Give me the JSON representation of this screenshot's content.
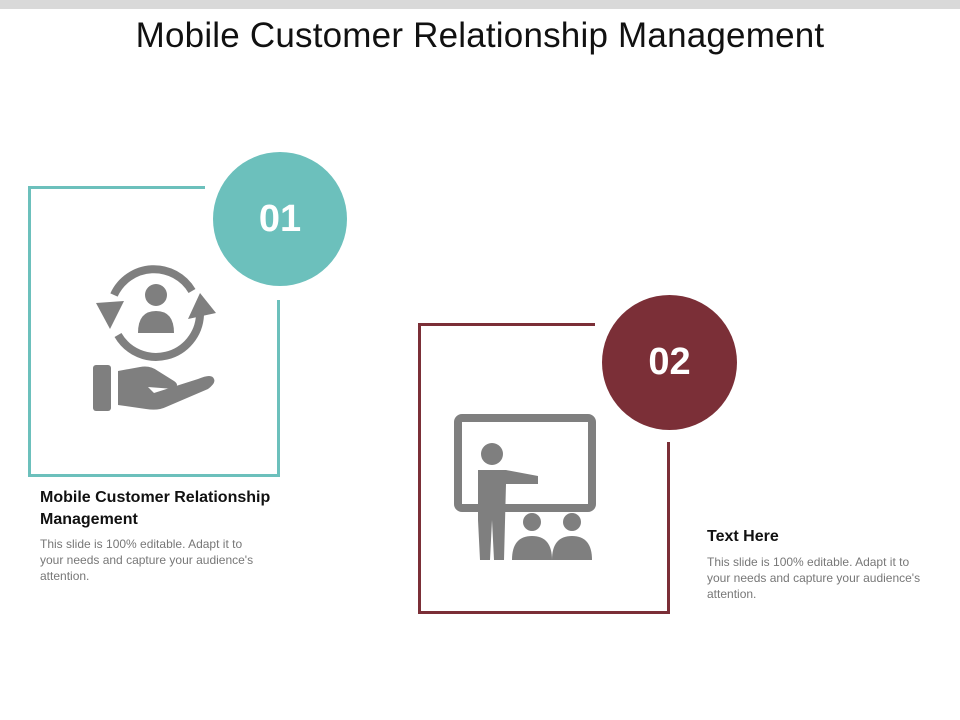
{
  "title": "Mobile Customer Relationship Management",
  "colors": {
    "teal": "#6cc0bc",
    "maroon": "#7b2f37",
    "icon_gray": "#7f7f7f"
  },
  "items": [
    {
      "number": "01",
      "heading": "Mobile Customer Relationship Management",
      "body": "This slide is 100% editable. Adapt it to your needs and capture your audience's attention.",
      "icon": "customer-care-cycle-icon"
    },
    {
      "number": "02",
      "heading": "Text Here",
      "body": "This slide is 100% editable. Adapt it to your needs and capture your audience's attention.",
      "icon": "presentation-audience-icon"
    }
  ]
}
